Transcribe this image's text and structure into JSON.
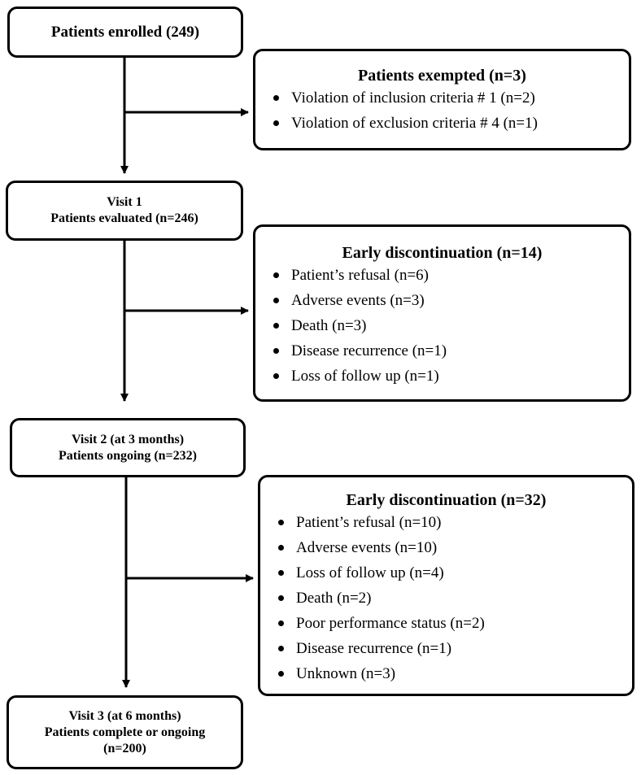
{
  "boxes": {
    "enrolled": {
      "label": "Patients enrolled (249)"
    },
    "exempted": {
      "title": "Patients exempted (n=3)",
      "items": [
        "Violation of inclusion criteria # 1 (n=2)",
        "Violation of exclusion criteria # 4 (n=1)"
      ]
    },
    "visit1": {
      "line1": "Visit 1",
      "line2": "Patients evaluated (n=246)"
    },
    "discontinuation1": {
      "title": "Early discontinuation (n=14)",
      "items": [
        "Patient’s refusal (n=6)",
        "Adverse events (n=3)",
        "Death (n=3)",
        "Disease recurrence (n=1)",
        "Loss of follow up (n=1)"
      ]
    },
    "visit2": {
      "line1": "Visit 2 (at 3 months)",
      "line2": "Patients ongoing (n=232)"
    },
    "discontinuation2": {
      "title": "Early discontinuation (n=32)",
      "items": [
        "Patient’s refusal (n=10)",
        "Adverse events (n=10)",
        "Loss of follow up (n=4)",
        "Death (n=2)",
        "Poor performance status (n=2)",
        "Disease recurrence (n=1)",
        "Unknown (n=3)"
      ]
    },
    "visit3": {
      "line1": "Visit 3 (at 6 months)",
      "line2": "Patients complete or ongoing",
      "line3": "(n=200)"
    }
  }
}
